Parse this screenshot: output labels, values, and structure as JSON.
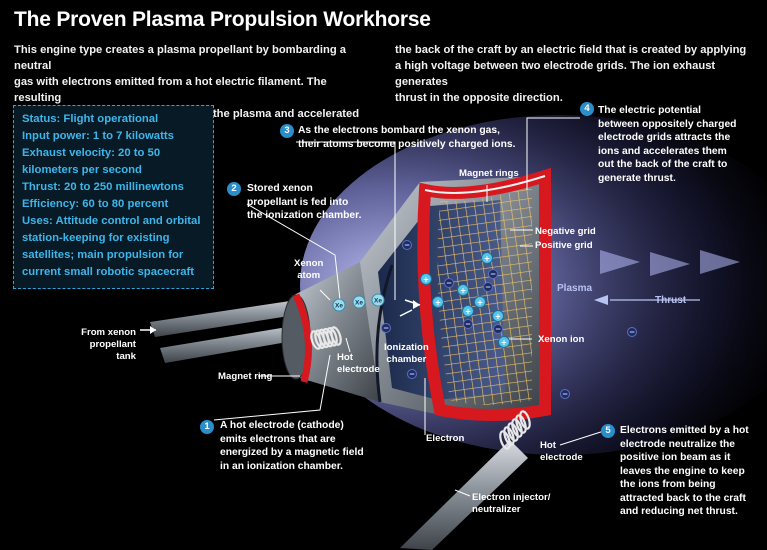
{
  "title": "The Proven Plasma Propulsion Workhorse",
  "intro_left": [
    "This engine type creates a plasma propellant by bombarding a neutral",
    "gas with electrons emitted from a hot electric filament. The resulting",
    "positive ions are then extracted from the plasma and accelerated out"
  ],
  "intro_right": [
    "the back of the craft by an electric field that is created by applying",
    "a high voltage between two electrode grids. The ion exhaust generates",
    "thrust in the opposite direction."
  ],
  "specs": [
    "Status: Flight operational",
    "Input power: 1 to 7 kilowatts",
    "Exhaust velocity: 20 to 50",
    "kilometers per second",
    "Thrust: 20 to 250 millinewtons",
    "Efficiency: 60 to 80 percent",
    "Uses: Attitude control and orbital",
    "station-keeping for existing",
    "satellites; main propulsion for",
    "current small robotic spacecraft"
  ],
  "steps": [
    {
      "num": "1",
      "lines": [
        "A hot electrode (cathode)",
        "emits electrons that are",
        "energized by a magnetic field",
        "in an ionization chamber."
      ]
    },
    {
      "num": "2",
      "lines": [
        "Stored xenon",
        "propellant is fed into",
        "the ionization chamber."
      ]
    },
    {
      "num": "3",
      "lines": [
        "As the electrons bombard the xenon gas,",
        "their atoms become positively charged ions."
      ]
    },
    {
      "num": "4",
      "lines": [
        "The electric potential",
        "between oppositely charged",
        "electrode grids attracts the",
        "ions and accelerates them",
        "out the back of the craft to",
        "generate thrust."
      ]
    },
    {
      "num": "5",
      "lines": [
        "Electrons emitted by a hot",
        "electrode neutralize the",
        "positive ion beam as it",
        "leaves the engine to keep",
        "the ions from being",
        "attracted back to the craft",
        "and reducing net thrust."
      ]
    }
  ],
  "labels": {
    "magnet_rings": "Magnet rings",
    "negative_grid": "Negative grid",
    "positive_grid": "Positive grid",
    "xenon_atom": [
      "Xenon",
      "atom"
    ],
    "propellant_tank": [
      "From xenon",
      "propellant tank"
    ],
    "hot_electrode": [
      "Hot",
      "electrode"
    ],
    "ionization_chamber": [
      "Ionization",
      "chamber"
    ],
    "magnet_ring": "Magnet ring",
    "electron": "Electron",
    "plasma": "Plasma",
    "thrust": "Thrust",
    "xenon_ion": "Xenon ion",
    "hot_electrode_2": [
      "Hot",
      "electrode"
    ],
    "injector": [
      "Electron injector/",
      "neutralizer"
    ],
    "xe": "Xe",
    "plus": "+",
    "minus": "−"
  },
  "colors": {
    "accent_blue": "#3cb6ea",
    "badge_blue": "#2a8ecb",
    "magnet_red": "#d7181f",
    "plasma": "#8f94e6"
  }
}
